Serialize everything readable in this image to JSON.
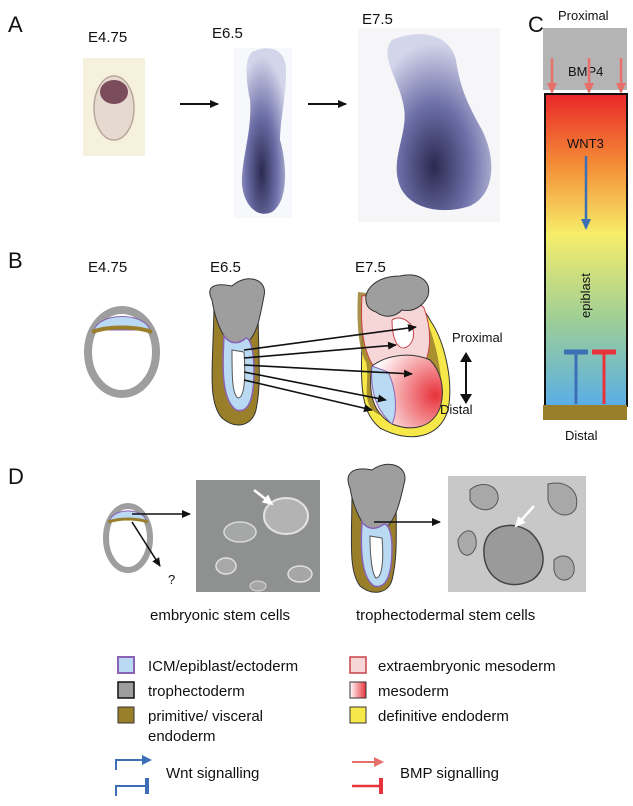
{
  "panels": {
    "a": "A",
    "b": "B",
    "c": "C",
    "d": "D"
  },
  "stages": {
    "a1": "E4.75",
    "a2": "E6.5",
    "a3": "E7.5",
    "b1": "E4.75",
    "b2": "E6.5",
    "b3": "E7.5"
  },
  "axis_b": {
    "proximal": "Proximal",
    "distal": "Distal"
  },
  "panel_c": {
    "proximal": "Proximal",
    "bmp4": "BMP4",
    "wnt3": "WNT3",
    "epiblast": "epiblast",
    "distal": "Distal"
  },
  "panel_d": {
    "question": "?",
    "esc": "embryonic stem cells",
    "tsc": "trophectodermal stem cells"
  },
  "legend": {
    "icm": "ICM/epiblast/ectoderm",
    "troph": "trophectoderm",
    "pve_1": "primitive/ visceral",
    "pve_2": "endoderm",
    "exm": "extraembryonic mesoderm",
    "meso": "mesoderm",
    "defendo": "definitive endoderm",
    "wnt": "Wnt signalling",
    "bmp": "BMP signalling"
  },
  "colors": {
    "epiblast": "#b9daf2",
    "epiblast_border": "#8a63b5",
    "trophectoderm": "#9e9e9f",
    "visceral_endoderm": "#9a7f2b",
    "definitive_endoderm": "#f7e84a",
    "mesoderm": "#e8333b",
    "wnt": "#3b6fb6",
    "bmp": "#e8706a"
  }
}
